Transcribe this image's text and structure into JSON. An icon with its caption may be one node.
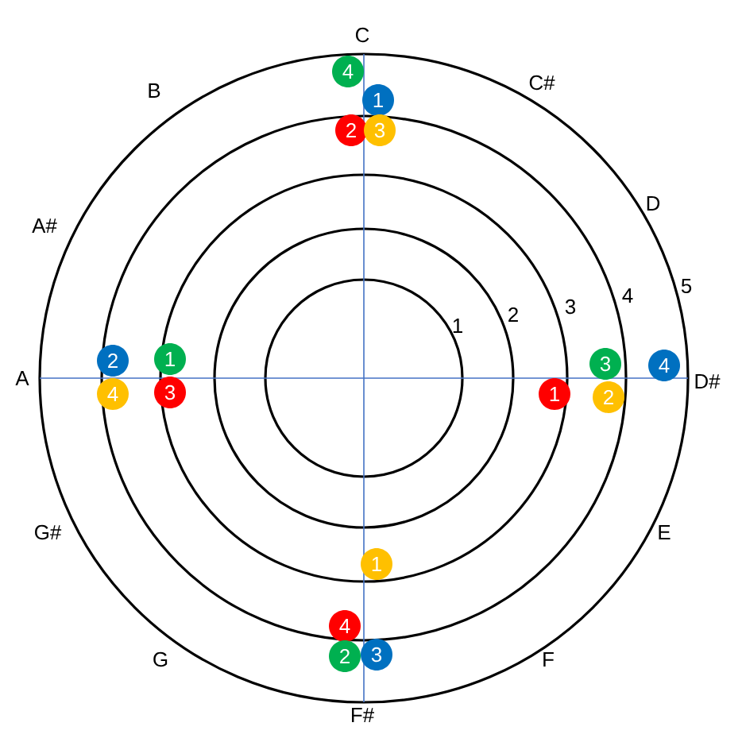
{
  "diagram": {
    "nodes": [
      {
        "text": [
          "4"
        ]
      },
      {
        "text": [
          "1"
        ]
      },
      {
        "text": [
          "2"
        ]
      },
      {
        "text": [
          "3"
        ]
      },
      {
        "text": [
          "2"
        ]
      },
      {
        "text": [
          "1"
        ]
      },
      {
        "text": [
          "3"
        ]
      },
      {
        "text": [
          "4"
        ]
      },
      {
        "text": [
          "4"
        ]
      },
      {
        "text": [
          "1"
        ]
      },
      {
        "text": [
          "2"
        ]
      },
      {
        "text": [
          "3"
        ]
      },
      {
        "text": [
          "1"
        ]
      },
      {
        "text": [
          "4"
        ]
      },
      {
        "text": [
          "2"
        ]
      },
      {
        "text": [
          "3"
        ]
      }
    ],
    "labels": [
      "C",
      "C#",
      "B",
      "D",
      "A#",
      "5",
      "4",
      "3",
      "2",
      "1",
      "A",
      "D#",
      "G#",
      "E",
      "G",
      "F",
      "F#"
    ]
  }
}
